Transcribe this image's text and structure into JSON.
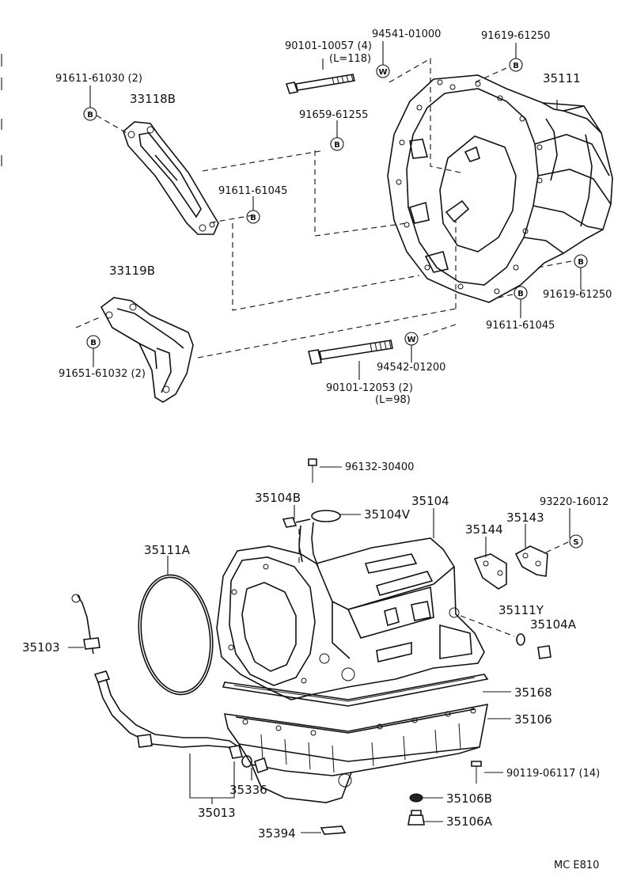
{
  "labels": {
    "p94541": "94541-01000",
    "p90101a": "90101-10057 (4)",
    "p90101a_len": "(L=118)",
    "p91619a": "91619-61250",
    "p35111": "35111",
    "p91611a": "91611-61030 (2)",
    "p33118": "33118B",
    "p91659": "91659-61255",
    "p91611b": "91611-61045",
    "p33119": "33119B",
    "p91619b": "91619-61250",
    "p91611c": "91611-61045",
    "p94542": "94542-01200",
    "p91651": "91651-61032 (2)",
    "p90101b": "90101-12053 (2)",
    "p90101b_len": "(L=98)",
    "p96132": "96132-30400",
    "p35104B": "35104B",
    "p35104": "35104",
    "p35104V": "35104V",
    "p93220": "93220-16012",
    "p35144": "35144",
    "p35143": "35143",
    "p35111A": "35111A",
    "p35111Y": "35111Y",
    "p35104A": "35104A",
    "p35103": "35103",
    "p35168": "35168",
    "p35106": "35106",
    "p90119": "90119-06117 (14)",
    "p35336": "35336",
    "p35013": "35013",
    "p35106B": "35106B",
    "p35394": "35394",
    "p35106A": "35106A",
    "code": "MC E810"
  },
  "symbols": {
    "bolt": "B",
    "washer": "W",
    "screw": "S"
  }
}
